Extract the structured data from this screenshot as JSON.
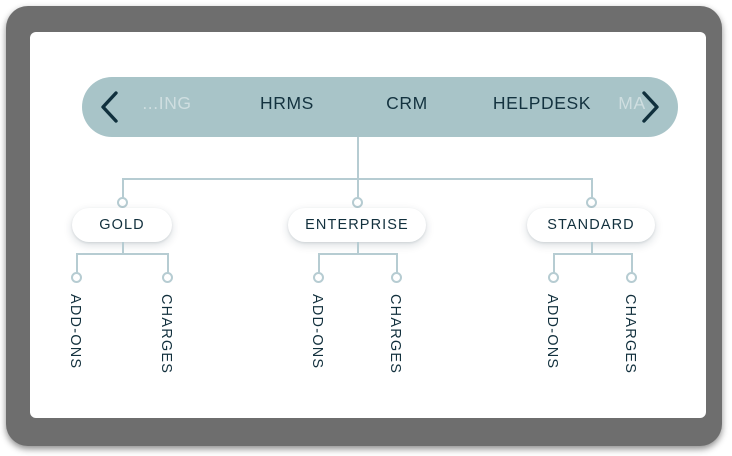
{
  "tab_bar": {
    "prev_arrow_icon": "chevron-left-icon",
    "next_arrow_icon": "chevron-right-icon",
    "active_tab": "CRM",
    "tabs": [
      {
        "label": "...ING",
        "state": "faded-left"
      },
      {
        "label": "HRMS",
        "state": "inactive"
      },
      {
        "label": "CRM",
        "state": "active"
      },
      {
        "label": "HELPDESK",
        "state": "inactive"
      },
      {
        "label": "MA",
        "state": "faded-right"
      }
    ],
    "colors": {
      "bar_background": "#a8c4c8",
      "active_underline": "#0f2f3d",
      "label": "#13323f",
      "faded_label": "#cfdee0",
      "track": "#ffffff"
    }
  },
  "tree": {
    "root": "CRM",
    "connector_color": "#b6ccd2",
    "nodes": [
      {
        "label": "GOLD",
        "children": [
          {
            "label": "ADD-ONS"
          },
          {
            "label": "CHARGES"
          }
        ]
      },
      {
        "label": "ENTERPRISE",
        "children": [
          {
            "label": "ADD-ONS"
          },
          {
            "label": "CHARGES"
          }
        ]
      },
      {
        "label": "STANDARD",
        "children": [
          {
            "label": "ADD-ONS"
          },
          {
            "label": "CHARGES"
          }
        ]
      }
    ]
  }
}
